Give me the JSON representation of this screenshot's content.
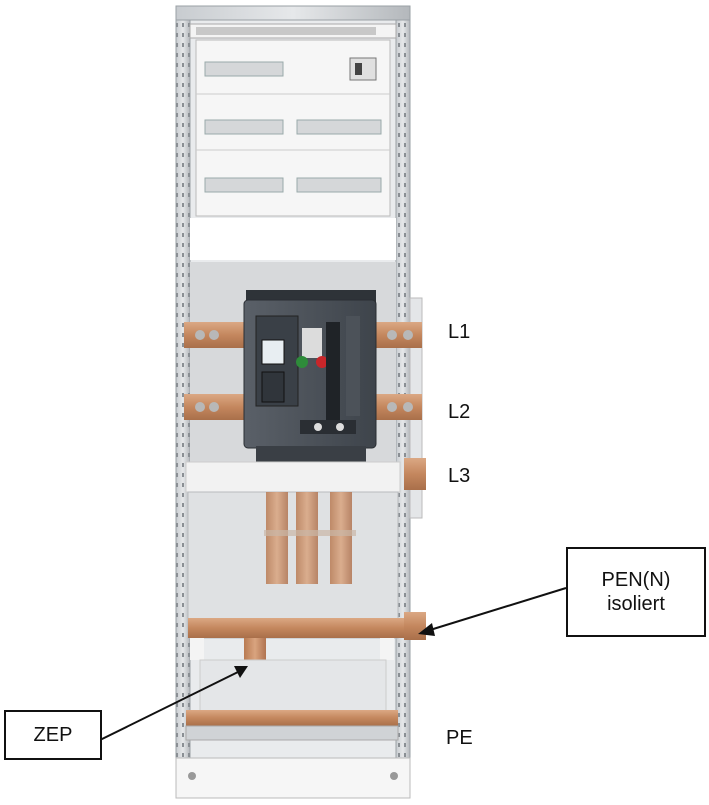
{
  "labels": {
    "l1": "L1",
    "l2": "L2",
    "l3": "L3",
    "pe": "PE",
    "zep": "ZEP",
    "pen_line1": "PEN(N)",
    "pen_line2": "isoliert"
  },
  "colors": {
    "copper": "#c9916a",
    "frame": "#bfc3c7",
    "breaker": "#4a5058",
    "panel": "#ececec"
  }
}
